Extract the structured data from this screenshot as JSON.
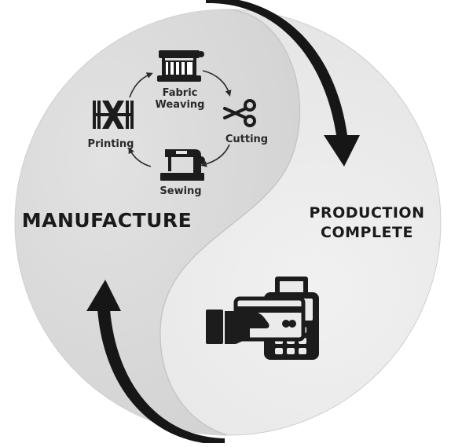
{
  "diagram": {
    "left_label": "MANUFACTURE",
    "right_label_line1": "PRODUCTION",
    "right_label_line2": "COMPLETE",
    "steps": [
      {
        "line1": "Fabric",
        "line2": "Weaving",
        "icon": "loom-icon"
      },
      {
        "line1": "Cutting",
        "icon": "scissors-icon"
      },
      {
        "line1": "Sewing",
        "icon": "sewing-machine-icon"
      },
      {
        "line1": "Printing",
        "icon": "print-pattern-icon"
      }
    ],
    "payment_icon": "card-payment-terminal-icon",
    "colors": {
      "left_half": "#dcdcdc",
      "right_half": "#ebebeb",
      "arrows": "#161616",
      "text": "#1e1e1e"
    }
  }
}
